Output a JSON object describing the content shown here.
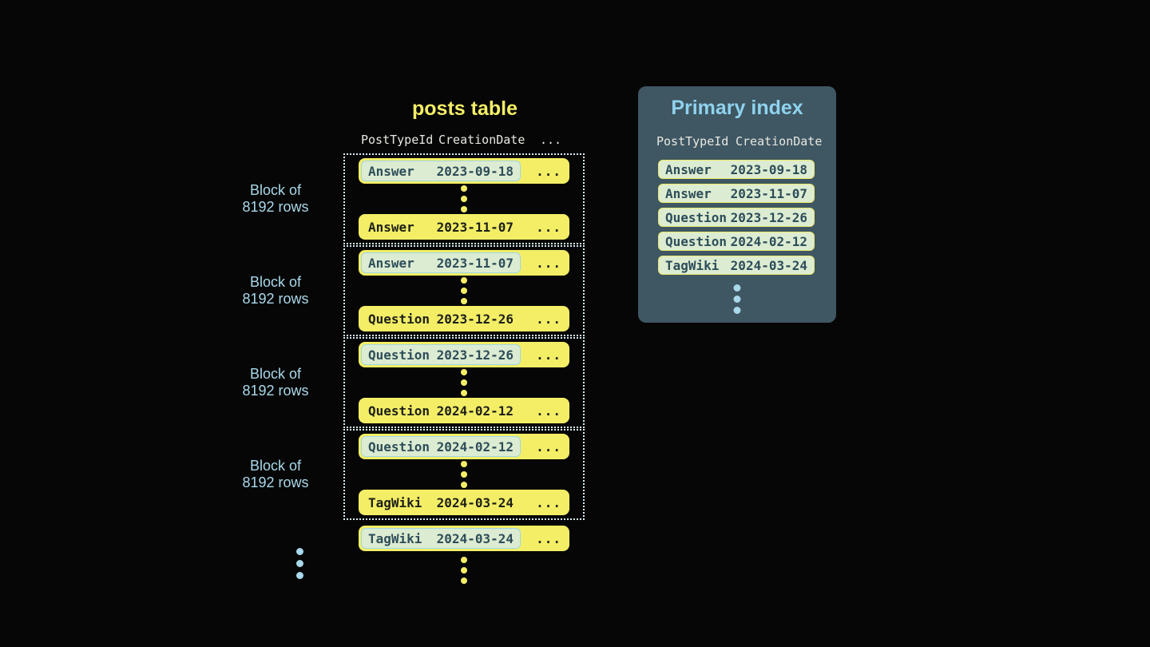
{
  "posts_table": {
    "title": "posts table",
    "headers": [
      "PostTypeId",
      "CreationDate",
      "..."
    ],
    "block_label_line1": "Block of",
    "block_label_line2": "8192 rows",
    "ellipsis": "...",
    "blocks": [
      {
        "first": {
          "post_type": "Answer",
          "date": "2023-09-18"
        },
        "last": {
          "post_type": "Answer",
          "date": "2023-11-07"
        }
      },
      {
        "first": {
          "post_type": "Answer",
          "date": "2023-11-07"
        },
        "last": {
          "post_type": "Question",
          "date": "2023-12-26"
        }
      },
      {
        "first": {
          "post_type": "Question",
          "date": "2023-12-26"
        },
        "last": {
          "post_type": "Question",
          "date": "2024-02-12"
        }
      },
      {
        "first": {
          "post_type": "Question",
          "date": "2024-02-12"
        },
        "last": {
          "post_type": "TagWiki",
          "date": "2024-03-24"
        }
      }
    ],
    "overflow_row": {
      "post_type": "TagWiki",
      "date": "2024-03-24"
    }
  },
  "primary_index": {
    "title": "Primary index",
    "headers": [
      "PostTypeId",
      "CreationDate"
    ],
    "rows": [
      {
        "post_type": "Answer",
        "date": "2023-09-18"
      },
      {
        "post_type": "Answer",
        "date": "2023-11-07"
      },
      {
        "post_type": "Question",
        "date": "2023-12-26"
      },
      {
        "post_type": "Question",
        "date": "2024-02-12"
      },
      {
        "post_type": "TagWiki",
        "date": "2024-03-24"
      }
    ]
  },
  "colors": {
    "background": "#060606",
    "row_yellow": "#f3ee66",
    "highlight_mint": "#dcecd2",
    "highlight_border": "#9fd6e9",
    "index_row_border": "#ece967",
    "slate_text": "#2e4d5a",
    "row_text": "#1d1f18",
    "label_blue": "#a9d8ea",
    "panel_bg": "#3f5663",
    "panel_title": "#8fd3ee",
    "header_text": "#e7e9e0",
    "dotted_border": "#d9edf5"
  }
}
